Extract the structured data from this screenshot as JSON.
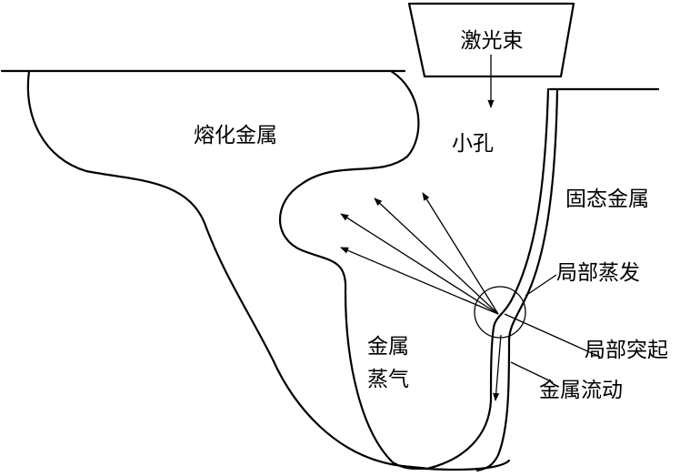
{
  "labels": {
    "laser_beam": "激光束",
    "molten_metal": "熔化金属",
    "keyhole": "小孔",
    "solid_metal": "固态金属",
    "local_evaporation": "局部蒸发",
    "local_protrusion": "局部突起",
    "metal_vapor_line1": "金属",
    "metal_vapor_line2": "蒸气",
    "metal_flow": "金属流动"
  },
  "colors": {
    "stroke": "#000000",
    "background": "#ffffff"
  }
}
